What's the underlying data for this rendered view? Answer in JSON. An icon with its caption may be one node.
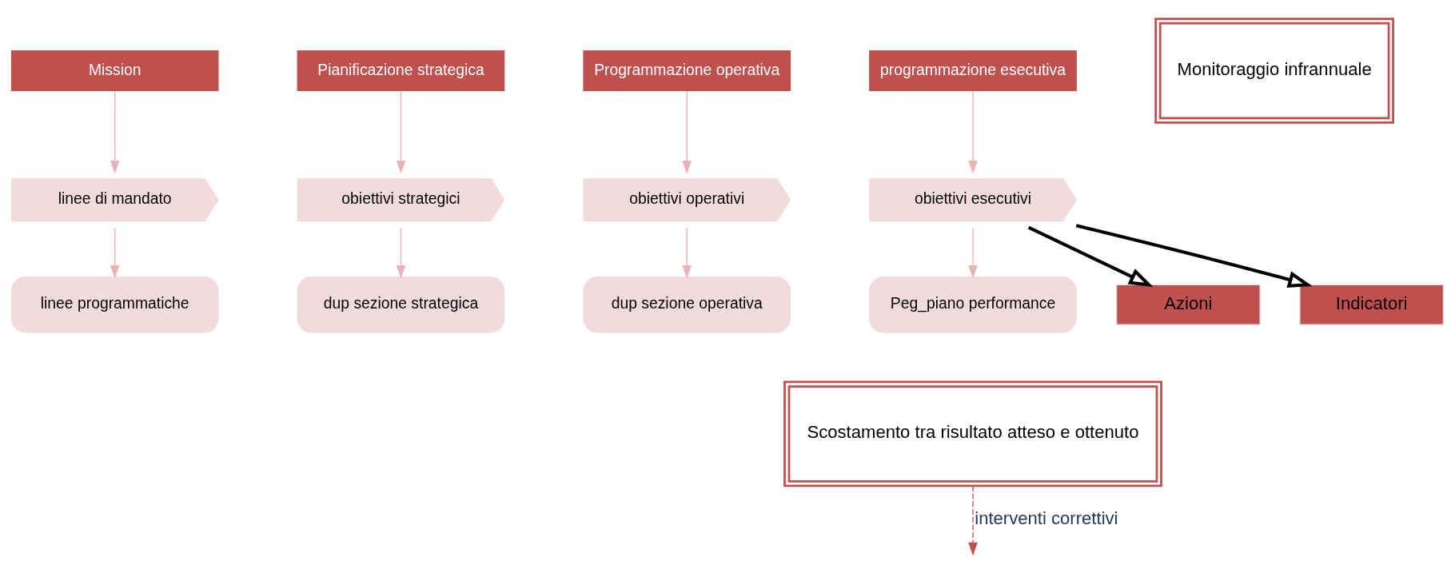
{
  "diagram": {
    "nodes": [
      {
        "text": [
          "Mission"
        ]
      },
      {
        "text": [
          "linee di mandato"
        ]
      },
      {
        "text": [
          "linee programmatiche"
        ]
      },
      {
        "text": [
          "Pianificazione strategica"
        ]
      },
      {
        "text": [
          "obiettivi strategici"
        ]
      },
      {
        "text": [
          "dup sezione strategica"
        ]
      },
      {
        "text": [
          "Programmazione operativa"
        ]
      },
      {
        "text": [
          "obiettivi operativi"
        ]
      },
      {
        "text": [
          "dup sezione operativa"
        ]
      },
      {
        "text": [
          "programmazione esecutiva"
        ]
      },
      {
        "text": [
          "obiettivi esecutivi"
        ]
      },
      {
        "text": [
          "Peg_piano performance"
        ]
      },
      {
        "text": [
          "Azioni"
        ]
      },
      {
        "text": [
          "Indicatori"
        ]
      },
      {
        "text": [
          "Monitoraggio infrannuale"
        ]
      },
      {
        "text": [
          "Scostamento tra risultato atteso e ottenuto"
        ]
      }
    ],
    "edges": [
      {
        "from": 0,
        "to": 1,
        "arrow": "to"
      },
      {
        "from": 1,
        "to": 2,
        "arrow": "to"
      },
      {
        "from": 3,
        "to": 4,
        "arrow": "to"
      },
      {
        "from": 4,
        "to": 5,
        "arrow": "to"
      },
      {
        "from": 6,
        "to": 7,
        "arrow": "to"
      },
      {
        "from": 7,
        "to": 8,
        "arrow": "to"
      },
      {
        "from": 9,
        "to": 10,
        "arrow": "to"
      },
      {
        "from": 10,
        "to": 11,
        "arrow": "to"
      },
      {
        "from": 10,
        "to": 12,
        "arrow": "to",
        "style": "thick",
        "color": "#000000"
      },
      {
        "from": 10,
        "to": 13,
        "arrow": "to",
        "style": "thick",
        "color": "#000000"
      },
      {
        "from": 15,
        "to": null,
        "arrow": "to",
        "style": "dashed",
        "color": "#c0504d",
        "label": "interventi correttivi"
      }
    ]
  }
}
